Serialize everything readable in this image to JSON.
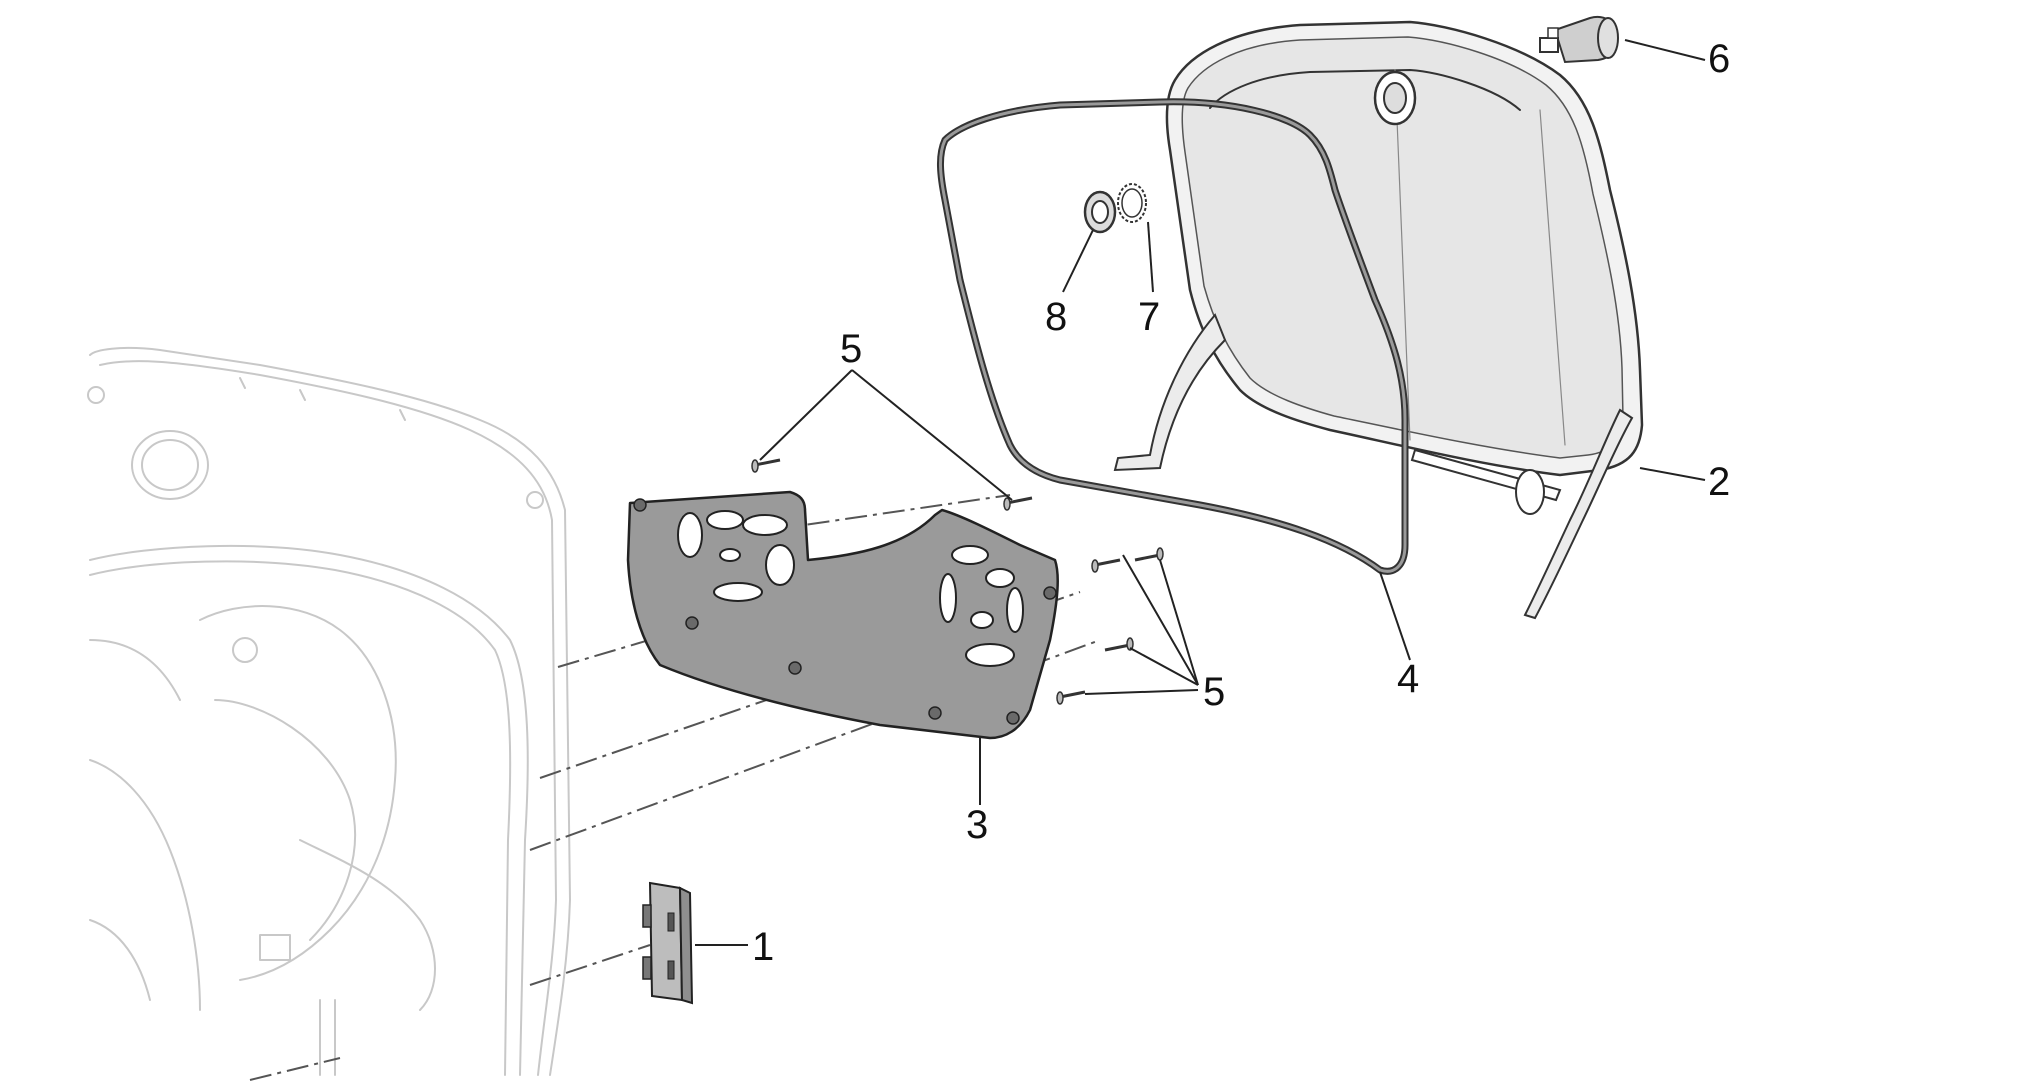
{
  "diagram": {
    "callouts": [
      {
        "id": "c1",
        "label": "1"
      },
      {
        "id": "c2",
        "label": "2"
      },
      {
        "id": "c3",
        "label": "3"
      },
      {
        "id": "c4",
        "label": "4"
      },
      {
        "id": "c5a",
        "label": "5"
      },
      {
        "id": "c5b",
        "label": "5"
      },
      {
        "id": "c6",
        "label": "6"
      },
      {
        "id": "c7",
        "label": "7"
      },
      {
        "id": "c8",
        "label": "8"
      }
    ]
  }
}
